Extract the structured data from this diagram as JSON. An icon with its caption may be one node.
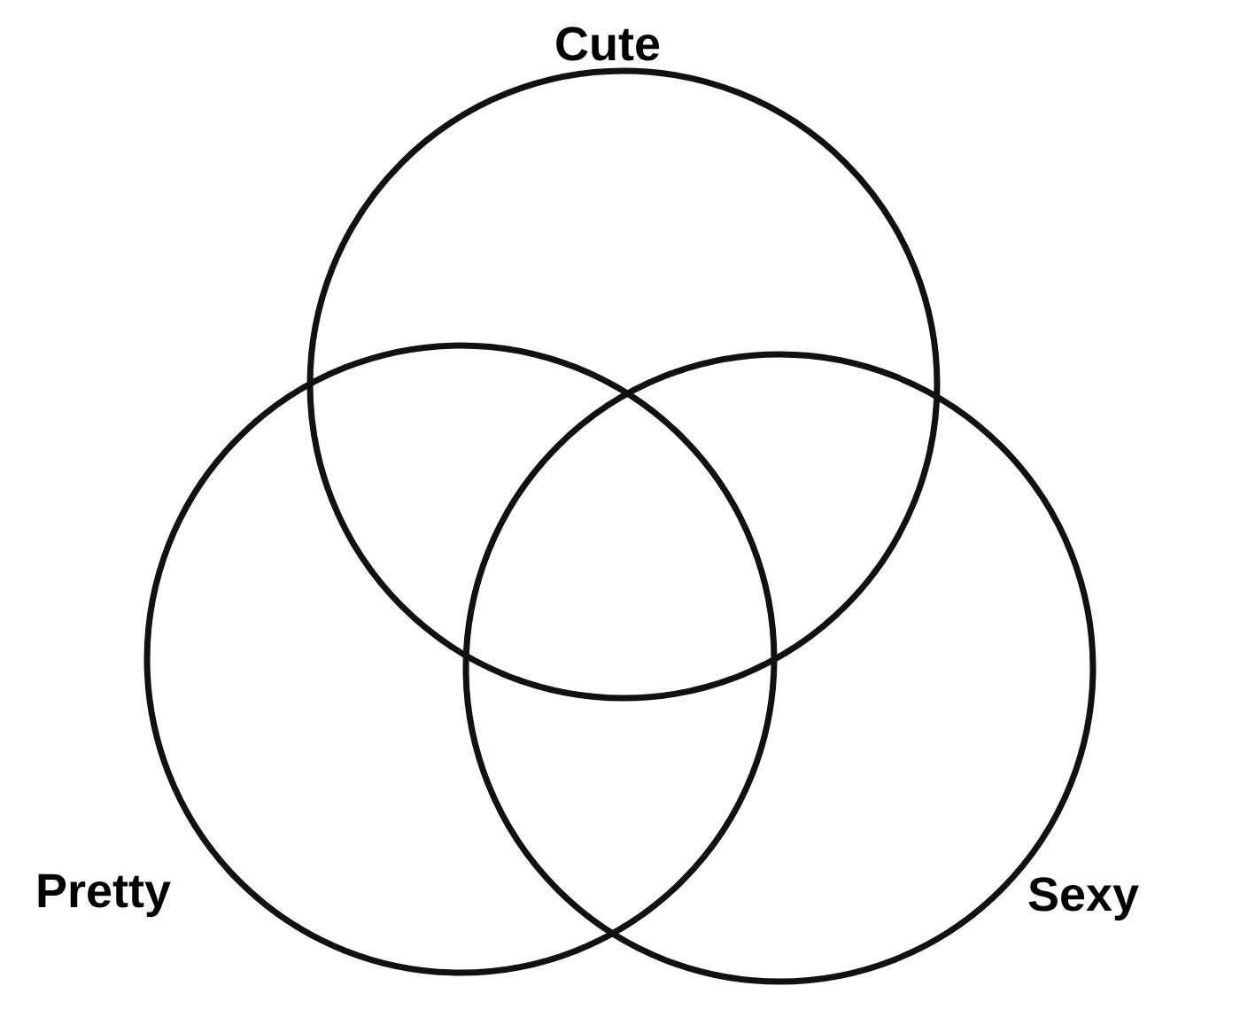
{
  "diagram": {
    "nodes": [
      {
        "text": [
          "Cute"
        ]
      },
      {
        "text": [
          "Pretty"
        ]
      },
      {
        "text": [
          "Sexy"
        ]
      }
    ]
  }
}
